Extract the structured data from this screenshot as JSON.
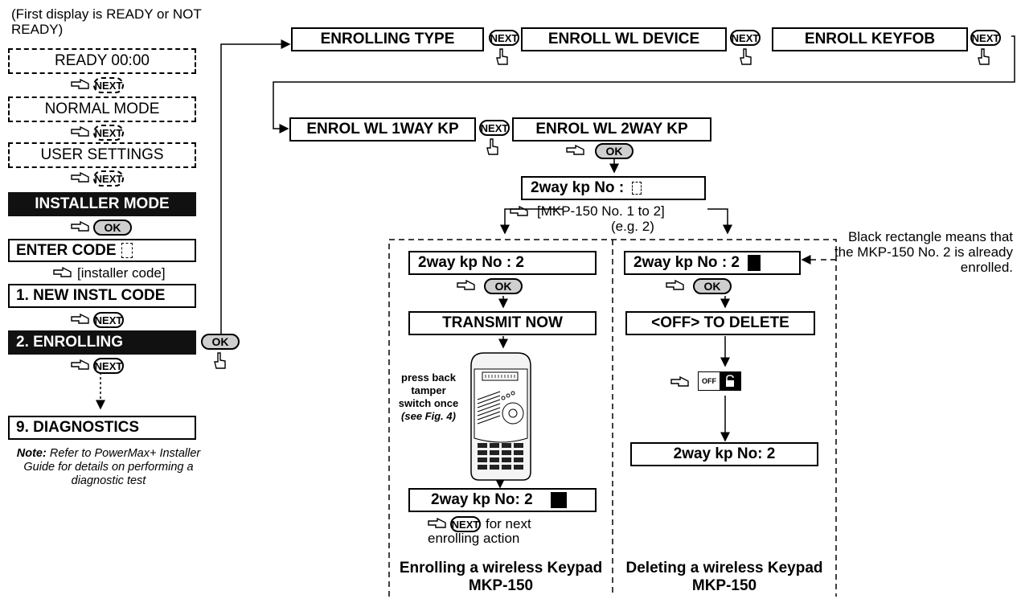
{
  "left_column": {
    "intro": "(First display is READY or NOT READY)",
    "ready": "READY 00:00",
    "normal_mode": "NORMAL MODE",
    "user_settings": "USER SETTINGS",
    "installer_mode": "INSTALLER MODE",
    "enter_code": "ENTER CODE",
    "installer_code_hint": "[installer code]",
    "new_instl_code": "1. NEW INSTL CODE",
    "enrolling": "2. ENROLLING",
    "diagnostics": "9. DIAGNOSTICS",
    "note_label": "Note:",
    "note_text": "Refer to PowerMax+ Installer Guide for details on performing a diagnostic test"
  },
  "buttons": {
    "next": "NEXT",
    "ok": "OK",
    "off": "OFF"
  },
  "top_row": [
    "ENROLLING TYPE",
    "ENROLL WL DEVICE",
    "ENROLL KEYFOB"
  ],
  "second_row": [
    "ENROL WL 1WAY KP",
    "ENROL WL 2WAY KP"
  ],
  "kp_prompt": "2way kp No :",
  "range_hint": "[MKP-150 No. 1 to 2]",
  "example_hint": "(e.g. 2)",
  "enroll_branch": {
    "kp_no": "2way kp No :  2",
    "transmit": "TRANSMIT NOW",
    "tamper": "press back tamper switch once",
    "see_fig": "(see Fig. 4)",
    "result": "2way kp No: 2",
    "next_action_1": "for next",
    "next_action_2": "enrolling action",
    "caption": "Enrolling a wireless Keypad MKP-150"
  },
  "delete_branch": {
    "kp_no": "2way kp No :  2",
    "delete": "<OFF> TO DELETE",
    "result": "2way kp No: 2",
    "caption": "Deleting a wireless Keypad MKP-150"
  },
  "side_note": "Black rectangle means that the MKP-150 No. 2 is already enrolled."
}
